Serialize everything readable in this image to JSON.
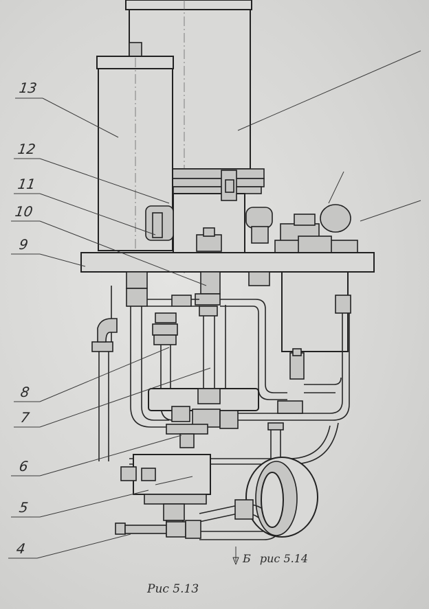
{
  "callouts": [
    {
      "id": "13",
      "label": "13"
    },
    {
      "id": "12",
      "label": "12"
    },
    {
      "id": "11",
      "label": "11"
    },
    {
      "id": "10",
      "label": "10"
    },
    {
      "id": "9",
      "label": "9"
    },
    {
      "id": "8",
      "label": "8"
    },
    {
      "id": "7",
      "label": "7"
    },
    {
      "id": "6",
      "label": "6"
    },
    {
      "id": "5",
      "label": "5"
    },
    {
      "id": "4",
      "label": "4"
    }
  ],
  "view_marker": {
    "letter": "Б",
    "reference": "рис 5.14"
  },
  "figure_caption": "Рис 5.13"
}
